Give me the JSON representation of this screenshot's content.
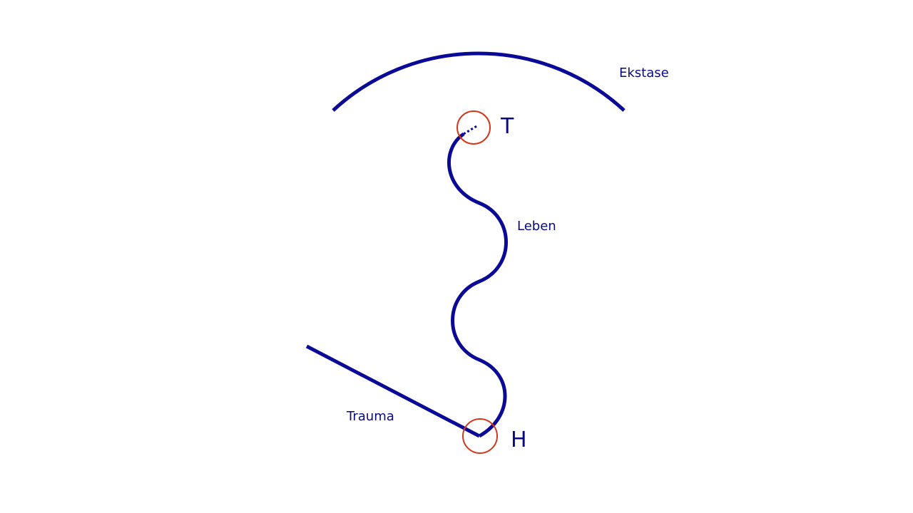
{
  "labels": {
    "ekstase": "Ekstase",
    "leben": "Leben",
    "trauma": "Trauma",
    "t": "T",
    "h": "H"
  },
  "colors": {
    "line": "#0a0a96",
    "circle": "#d0391e",
    "text": "#0a0a80"
  }
}
